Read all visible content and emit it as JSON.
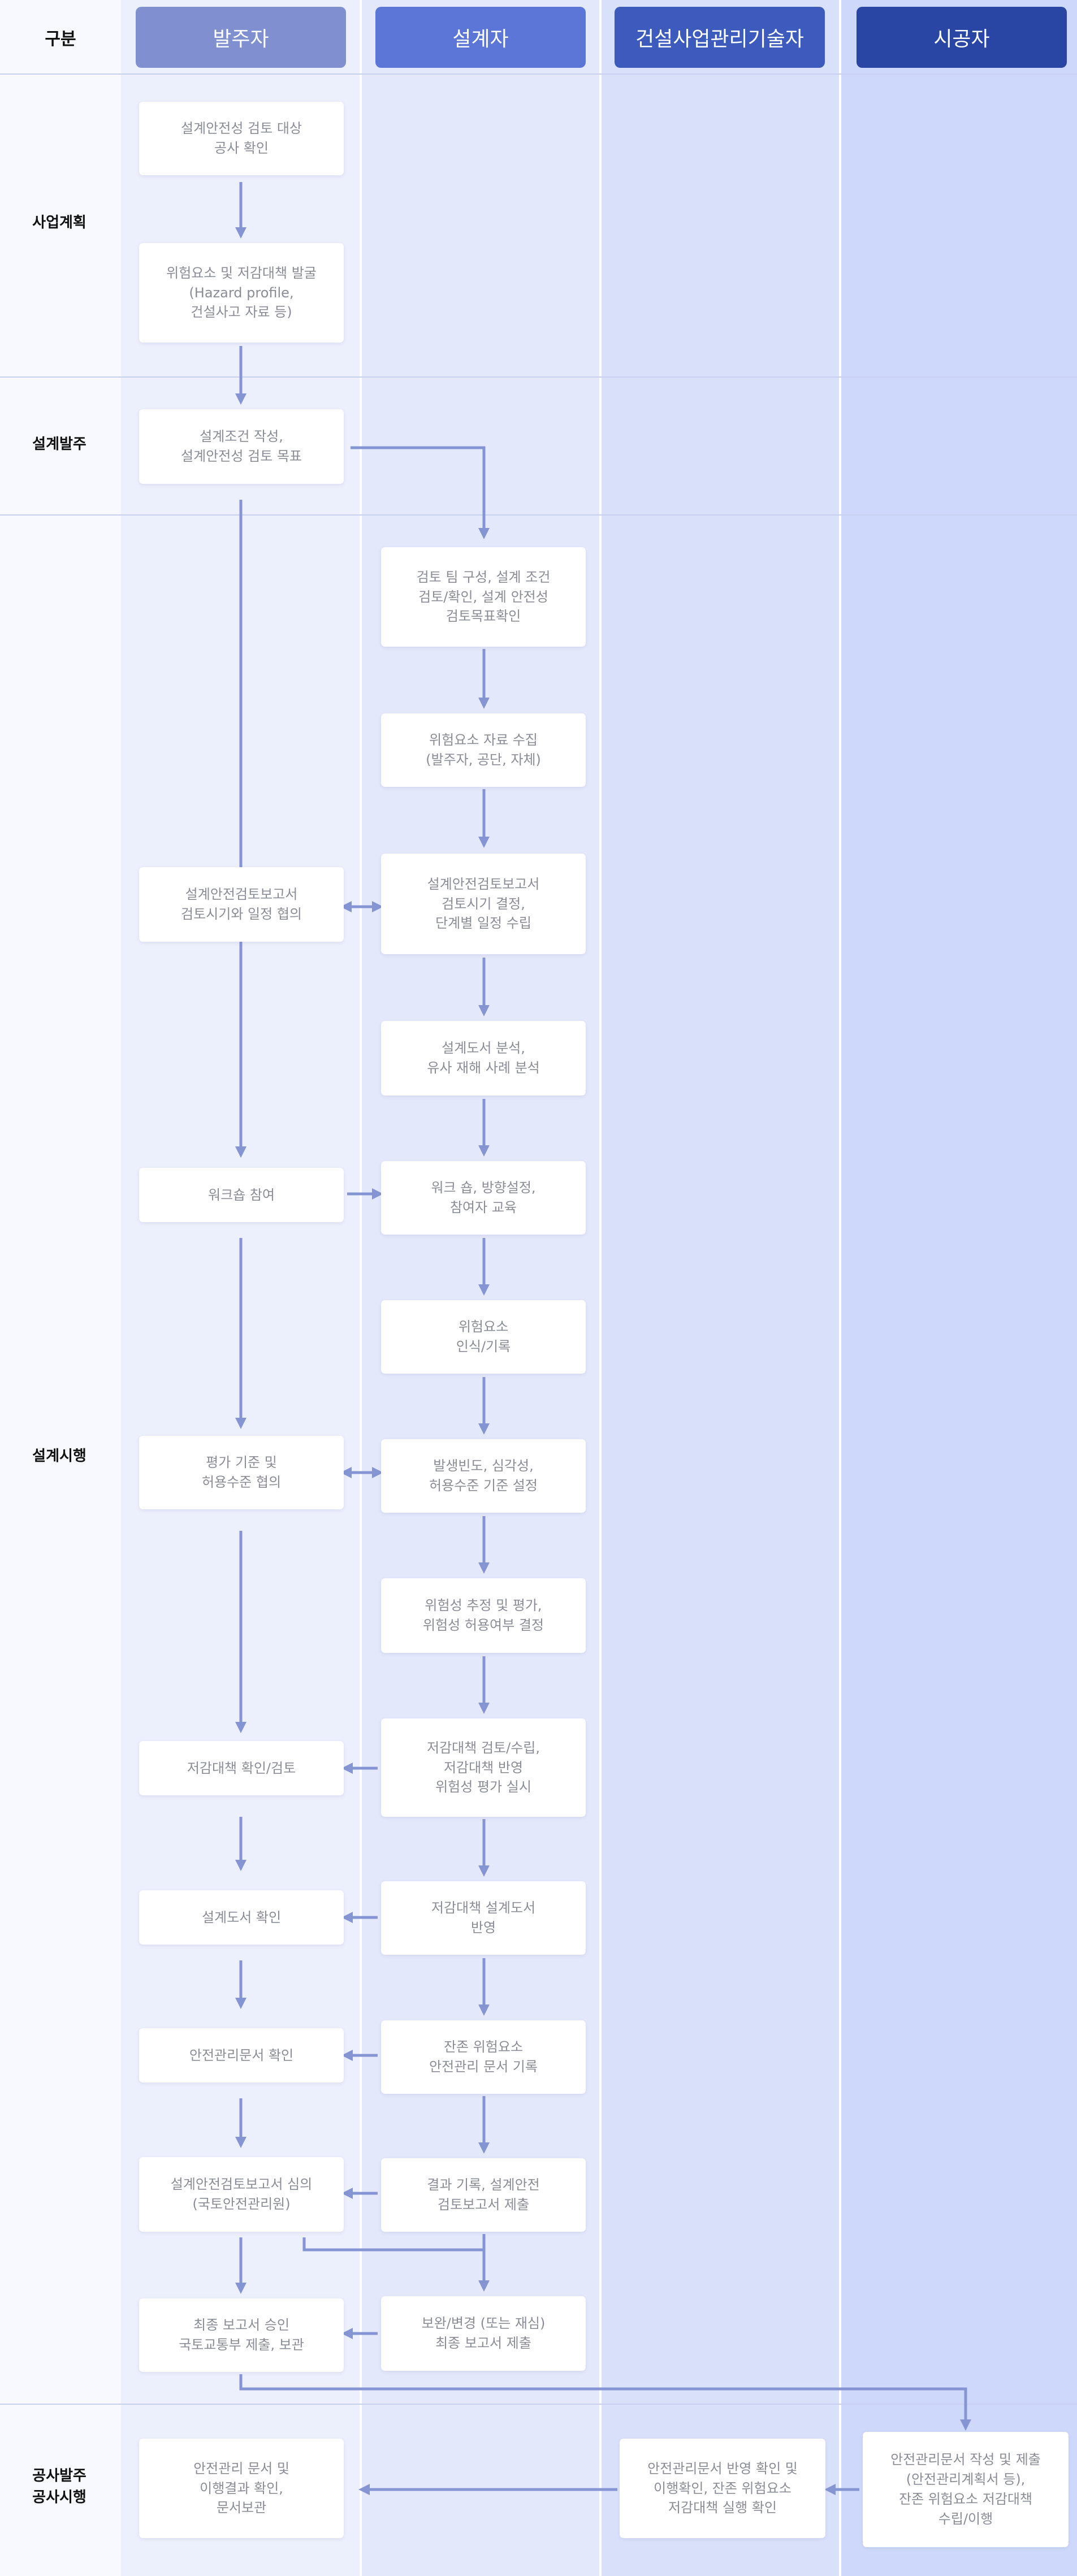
{
  "header": {
    "category_label": "구분",
    "roles": [
      "발주자",
      "설계자",
      "건설사업관리기술자",
      "시공자"
    ],
    "colors": {
      "owner": "#7f8fd0",
      "designer": "#5b76d6",
      "cm": "#3c5bbd",
      "builder": "#2a46a5",
      "arrow": "#8595d3"
    }
  },
  "phases": [
    "사업계획",
    "설계발주",
    "설계시행",
    "공사발주\n공사시행"
  ],
  "nodes": {
    "owner_1": "설계안전성 검토 대상\n공사 확인",
    "owner_2": "위험요소 및 저감대책 발굴\n(Hazard profile,\n건설사고 자료 등)",
    "owner_3": "설계조건 작성,\n설계안전성 검토 목표",
    "designer_1": "검토 팀 구성, 설계 조건\n검토/확인, 설계 안전성\n검토목표확인",
    "designer_2": "위험요소 자료 수집\n(발주자, 공단, 자체)",
    "owner_4": "설계안전검토보고서\n검토시기와 일정 협의",
    "designer_3": "설계안전검토보고서\n검토시기 결정,\n단계별 일정 수립",
    "designer_4": "설계도서 분석,\n유사 재해 사례 분석",
    "owner_5": "워크숍 참여",
    "designer_5": "워크 숍, 방향설정,\n참여자 교육",
    "designer_6": "위험요소\n인식/기록",
    "owner_6": "평가 기준 및\n허용수준 협의",
    "designer_7": "발생빈도, 심각성,\n허용수준 기준 설정",
    "designer_8": "위험성 추정 및 평가,\n위험성 허용여부 결정",
    "owner_7": "저감대책 확인/검토",
    "designer_9": "저감대책 검토/수립,\n저감대책 반영\n위험성 평가 실시",
    "owner_8": "설계도서 확인",
    "designer_10": "저감대책 설계도서\n반영",
    "owner_9": "안전관리문서 확인",
    "designer_11": "잔존 위험요소\n안전관리 문서 기록",
    "owner_10": "설계안전검토보고서 심의\n(국토안전관리원)",
    "designer_12": "결과 기록, 설계안전\n검토보고서 제출",
    "owner_11": "최종 보고서 승인\n국토교통부 제출, 보관",
    "designer_13": "보완/변경 (또는 재심)\n최종 보고서 제출",
    "owner_12": "안전관리 문서 및\n이행결과 확인,\n문서보관",
    "cm_1": "안전관리문서 반영 확인 및\n이행확인, 잔존 위험요소\n저감대책 실행 확인",
    "builder_1": "안전관리문서 작성 및 제출\n(안전관리계획서 등),\n잔존 위험요소 저감대책\n수립/이행"
  }
}
